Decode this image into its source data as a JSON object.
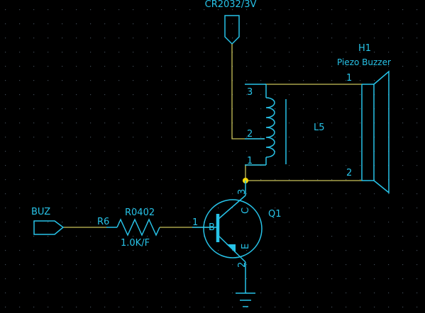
{
  "colors": {
    "background": "#000000",
    "grid_dot": "#3f4a55",
    "symbol": "#27c3e8",
    "wire": "#c9c25a",
    "junction": "#f5d90a"
  },
  "power": {
    "label": "CR2032/3V"
  },
  "buzzer": {
    "ref": "H1",
    "value": "Piezo Buzzer",
    "pin1": "1",
    "pin2": "2"
  },
  "inductor": {
    "ref": "L5",
    "pin1": "1",
    "pin2": "2",
    "pin3": "3"
  },
  "resistor": {
    "ref": "R6",
    "package": "R0402",
    "value": "1.0K/F"
  },
  "port": {
    "label": "BUZ"
  },
  "transistor": {
    "ref": "Q1",
    "base_pin": "1",
    "base_letter": "B",
    "collector_pin": "3",
    "collector_letter": "C",
    "emitter_pin": "2",
    "emitter_letter": "E"
  }
}
